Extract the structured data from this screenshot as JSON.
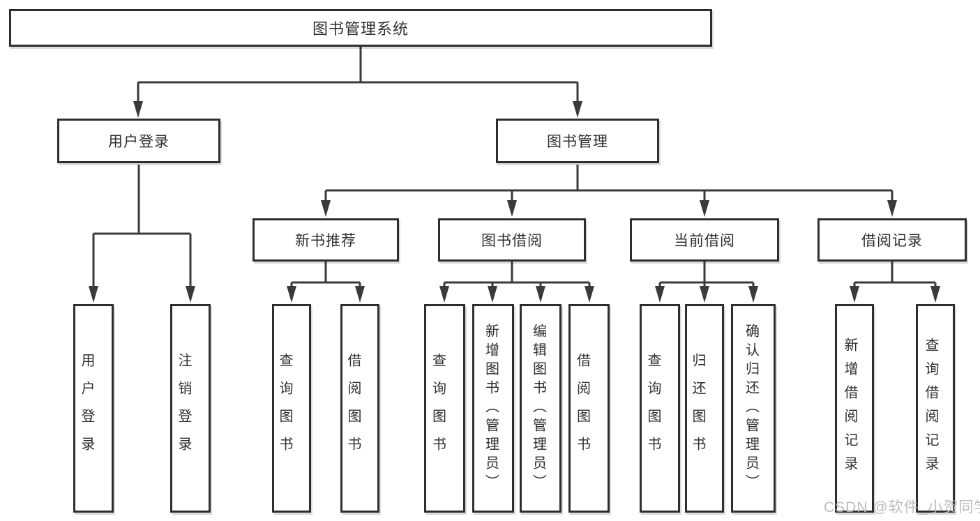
{
  "tree": {
    "root": {
      "label": "图书管理系统",
      "children": [
        {
          "label": "用户登录",
          "children": [
            {
              "label": "用户登录"
            },
            {
              "label": "注销登录"
            }
          ]
        },
        {
          "label": "图书管理",
          "children": [
            {
              "label": "新书推荐",
              "children": [
                {
                  "label": "查询图书"
                },
                {
                  "label": "借阅图书"
                }
              ]
            },
            {
              "label": "图书借阅",
              "children": [
                {
                  "label": "查询图书"
                },
                {
                  "label": "新增图书（管理员）"
                },
                {
                  "label": "编辑图书（管理员）"
                },
                {
                  "label": "借阅图书"
                }
              ]
            },
            {
              "label": "当前借阅",
              "children": [
                {
                  "label": "查询图书"
                },
                {
                  "label": "归还图书"
                },
                {
                  "label": "确认归还（管理员）"
                }
              ]
            },
            {
              "label": "借阅记录",
              "children": [
                {
                  "label": "新增借阅记录"
                },
                {
                  "label": "查询借阅记录"
                }
              ]
            }
          ]
        }
      ]
    }
  },
  "watermark": {
    "text": "CSDN @软件_小贺同学"
  },
  "colors": {
    "line": "#3a3a3a",
    "box_border": "#2e2e2e",
    "text": "#2f2f2f",
    "watermark": "#b9b9b9",
    "background": "#ffffff"
  }
}
